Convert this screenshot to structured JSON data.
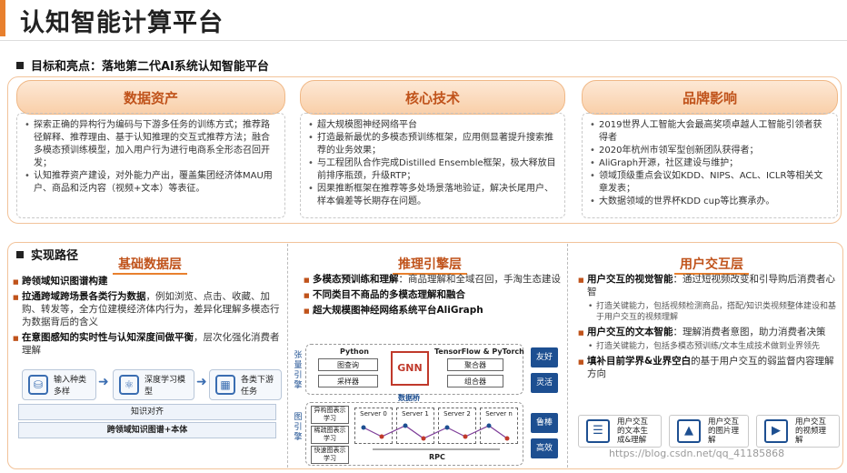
{
  "title": "认知智能计算平台",
  "goal_header": "目标和亮点：落地第二代AI系统认知智能平台",
  "columns": [
    {
      "title": "数据资产",
      "items": [
        "探索正确的异构行为编码与下游多任务的训练方式；推荐路径解释、推荐理由、基于认知推理的交互式推荐方法；融合多模态预训练模型，加入用户行为进行电商系全形态召回开发；",
        "认知推荐资产建设，对外能力产出，覆盖集团经济体MAU用户、商品和泛内容（视频+文本）等表征。"
      ]
    },
    {
      "title": "核心技术",
      "items": [
        "超大规模图神经网络平台",
        "打造最新最优的多模态预训练框架，应用侧显著提升搜索推荐的业务效果；",
        "与工程团队合作完成Distilled Ensemble框架，极大释放目前排序瓶颈，升级RTP；",
        "因果推断框架在推荐等多处场景落地验证，解决长尾用户、样本偏差等长期存在问题。"
      ]
    },
    {
      "title": "品牌影响",
      "items": [
        "2019世界人工智能大会最高奖项卓越人工智能引领者获得者",
        "2020年杭州市领军型创新团队获得者；",
        "AliGraph开源，社区建设与维护；",
        "领域顶级重点会议如KDD、NIPS、ACL、ICLR等相关文章发表；",
        "大数据领域的世界杯KDD cup等比赛承办。"
      ]
    }
  ],
  "path_header": "实现路径",
  "layer1": {
    "title": "基础数据层",
    "points": [
      {
        "bold": "跨领域知识图谱构建",
        "rest": ""
      },
      {
        "bold": "拉通跨域跨场景各类行为数据",
        "rest": "，例如浏览、点击、收藏、加购、转发等，全方位建模经济体内行为，差异化理解多模态行为数据背后的含义"
      },
      {
        "bold": "在意图感知的实时性与认知深度间做平衡",
        "rest": "，层次化强化消费者理解"
      }
    ],
    "flow": [
      "输入种类多样",
      "深度学习模型",
      "各类下游任务"
    ],
    "bar1": "知识对齐",
    "bar2": "跨领域知识图谱+本体"
  },
  "layer2": {
    "title": "推理引擎层",
    "points": [
      {
        "bold": "多模态预训练和理解",
        "rest": "：商品理解和全域召回，手淘生态建设"
      },
      {
        "bold": "不同类目不商品的多模态理解和融合",
        "rest": ""
      },
      {
        "bold": "超大规模图神经网络系统平台AliGraph",
        "rest": ""
      }
    ],
    "diagram": {
      "side_top": "张量引擎",
      "side_bottom": "图引擎",
      "python": "Python",
      "py_boxes": [
        "图查询",
        "采样器"
      ],
      "gnn": "GNN",
      "tf": "TensorFlow & PyTorch",
      "tf_boxes": [
        "聚合器",
        "组合器"
      ],
      "bridge": "数据桥",
      "left_boxes": [
        "异构图表示学习",
        "稀疏图表示学习",
        "快速图表示学习"
      ],
      "servers": [
        "Server 0",
        "Server 1",
        "Server 2",
        "Server n"
      ],
      "rpc": "RPC",
      "tags": [
        "友好",
        "灵活",
        "鲁棒",
        "高效"
      ]
    }
  },
  "layer3": {
    "title": "用户交互层",
    "points": [
      {
        "bold": "用户交互的视觉智能",
        "rest": "：通过短视频改变和引导购后消费者心智",
        "sub": "打造关键能力，包括视频检测商品，搭配/知识类视频整体建设和基于用户交互的视频理解"
      },
      {
        "bold": "用户交互的文本智能",
        "rest": "：理解消费者意图，助力消费者决策",
        "sub": "打造关键能力，包括多模态预训练/文本生成技术做到业界领先"
      },
      {
        "bold": "填补目前学界&业界空白",
        "rest": "的基于用户交互的弱监督内容理解方向",
        "sub": ""
      }
    ],
    "cards": [
      "用户交互的文本生成&理解",
      "用户交互的图片理解",
      "用户交互的视频理解"
    ]
  },
  "watermark": "https://blog.csdn.net/qq_41185868",
  "colors": {
    "accent": "#e8802e",
    "heading": "#c0531b",
    "navy": "#1d4f91"
  }
}
